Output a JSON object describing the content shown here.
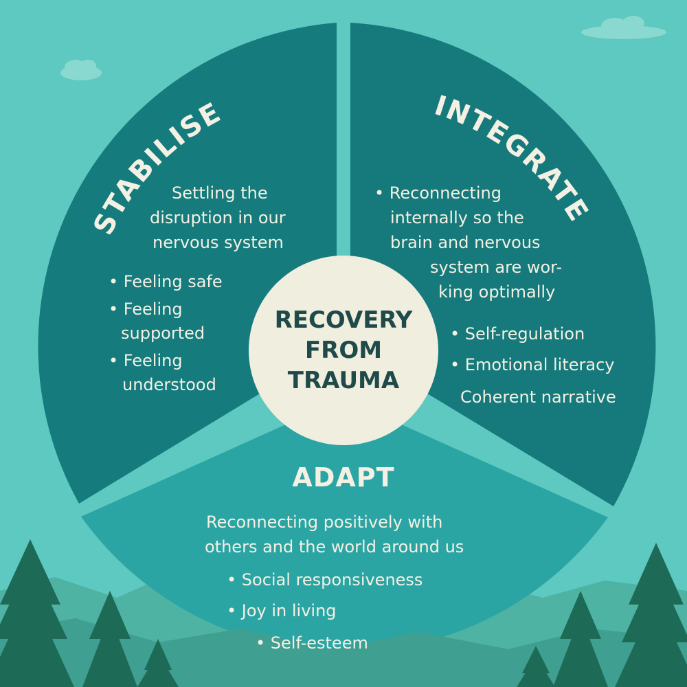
{
  "center": {
    "lines": [
      "RECOVERY",
      "FROM",
      "TRAUMA"
    ]
  },
  "stabilise": {
    "title": "STABILISE",
    "description": [
      "Settling the",
      "disruption in our",
      "nervous system"
    ],
    "bullets": [
      "• Feeling safe",
      "• Feeling",
      "supported",
      "• Feeling",
      "understood"
    ]
  },
  "integrate": {
    "title": "INTEGRATE",
    "description": [
      "• Reconnecting",
      "internally so the",
      "brain and nervous",
      "system are wor-",
      "king optimally"
    ],
    "bullets": [
      "• Self-regulation",
      "• Emotional literacy",
      "Coherent narrative"
    ]
  },
  "adapt": {
    "title": "ADAPT",
    "description": [
      "Reconnecting positively with",
      "others and the world around us"
    ],
    "bullets": [
      "• Social responsiveness",
      "• Joy in living",
      "• Self-esteem"
    ]
  },
  "colors": {
    "sky": "#5ec9c0",
    "segment_stabilise": "#157b7d",
    "segment_integrate": "#16797b",
    "segment_adapt": "#2ba5a4",
    "center_circle": "#efeedf",
    "text_light": "#f4f1e4",
    "text_dark": "#1f4a49",
    "tree": "#1d6b57"
  }
}
